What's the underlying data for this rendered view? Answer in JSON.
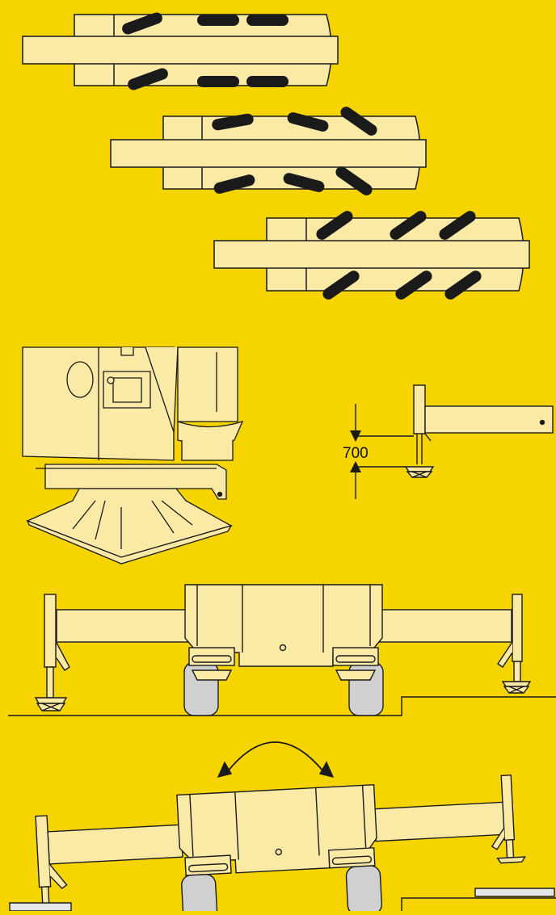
{
  "diagram": {
    "figures": [
      {
        "id": "track-layout-1",
        "description_hidden": true
      },
      {
        "id": "track-layout-2",
        "description_hidden": true
      },
      {
        "id": "track-layout-3",
        "description_hidden": true
      },
      {
        "id": "outrigger-pad-detail"
      },
      {
        "id": "outrigger-side-view"
      },
      {
        "id": "machine-on-step-ground"
      },
      {
        "id": "machine-levelling-tilted"
      }
    ],
    "dimension_label": "700"
  },
  "colors": {
    "background": "#f5d400",
    "body_fill": "#fbe9a6",
    "outline": "#1a1a1a",
    "tyre_fill": "#d0d0d0",
    "pad_fill": "#e6e6e6"
  }
}
